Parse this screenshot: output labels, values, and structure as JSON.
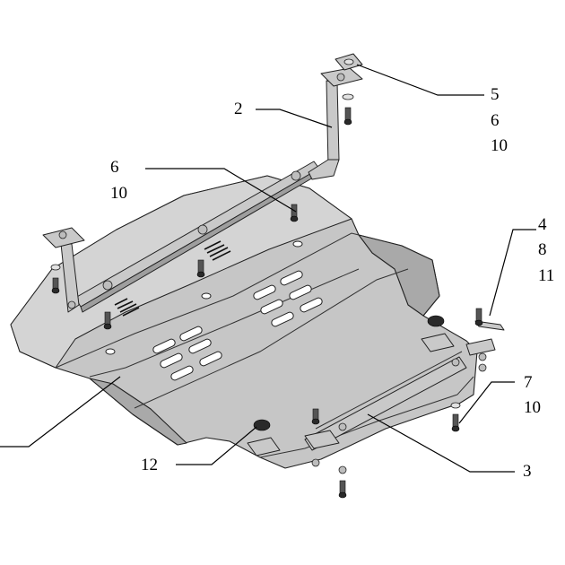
{
  "callouts": {
    "c2": "2",
    "c5": "5",
    "c6a": "6",
    "c10a": "10",
    "c6b": "6",
    "c10b": "10",
    "c4": "4",
    "c8": "8",
    "c11": "11",
    "c7": "7",
    "c10c": "10",
    "c12": "12",
    "c3": "3"
  }
}
